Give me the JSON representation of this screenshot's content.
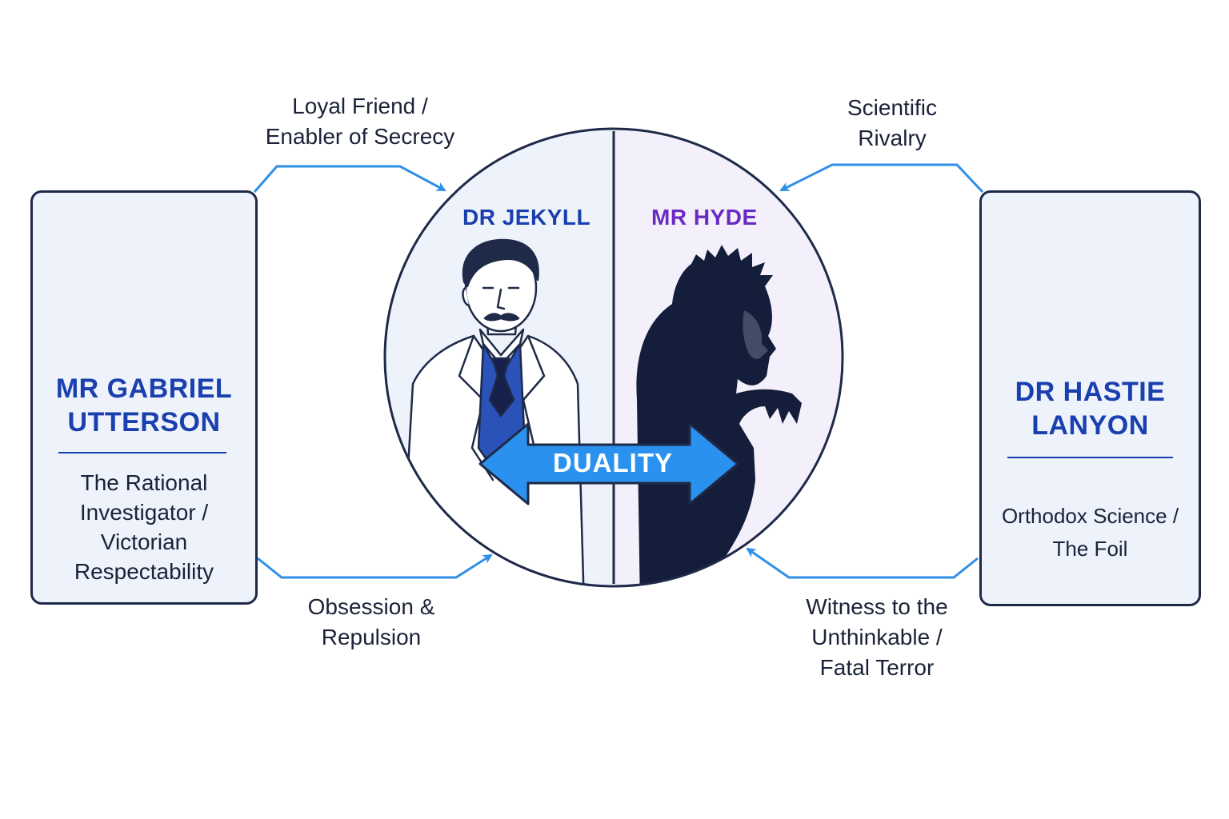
{
  "center": {
    "left_name": "DR JEKYLL",
    "right_name": "MR HYDE",
    "arrow_label": "DUALITY"
  },
  "left_card": {
    "title_lines": [
      "MR GABRIEL",
      "UTTERSON"
    ],
    "desc_lines": [
      "The Rational",
      "Investigator /",
      "Victorian",
      "Respectability"
    ]
  },
  "right_card": {
    "title_lines": [
      "DR HASTIE",
      "LANYON"
    ],
    "desc_lines": [
      "Orthodox Science /",
      "The Foil"
    ]
  },
  "relations": {
    "top_left": [
      "Loyal Friend /",
      "Enabler of Secrecy"
    ],
    "bottom_left": [
      "Obsession &",
      "Repulsion"
    ],
    "top_right": [
      "Scientific",
      "Rivalry"
    ],
    "bottom_right": [
      "Witness to the",
      "Unthinkable /",
      "Fatal Terror"
    ]
  },
  "colors": {
    "outline": "#1e2a48",
    "title_blue": "#1a3fae",
    "hyde_purple": "#6a2bc2",
    "connector": "#2f8fe8",
    "arrow_fill": "#2a92ee",
    "jekyll_bg": "#edf2fb",
    "hyde_bg": "#f3effb"
  },
  "icons": [
    "top-hat-gentleman-icon",
    "victorian-gentleman-icon",
    "jekyll-portrait-icon",
    "hyde-silhouette-icon",
    "double-arrow-icon"
  ]
}
